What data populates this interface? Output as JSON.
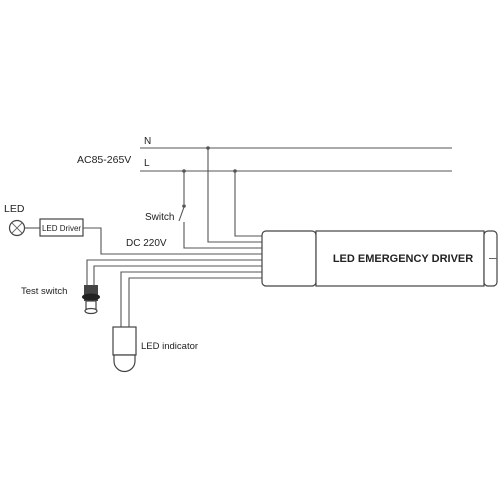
{
  "labels": {
    "n": "N",
    "l": "L",
    "ac_input": "AC85-265V",
    "switch": "Switch",
    "led": "LED",
    "led_driver": "LED Driver",
    "dc": "DC 220V",
    "test_switch": "Test switch",
    "led_indicator": "LED indicator",
    "device": "LED EMERGENCY DRIVER"
  },
  "colors": {
    "line": "#555555",
    "text": "#222222"
  }
}
